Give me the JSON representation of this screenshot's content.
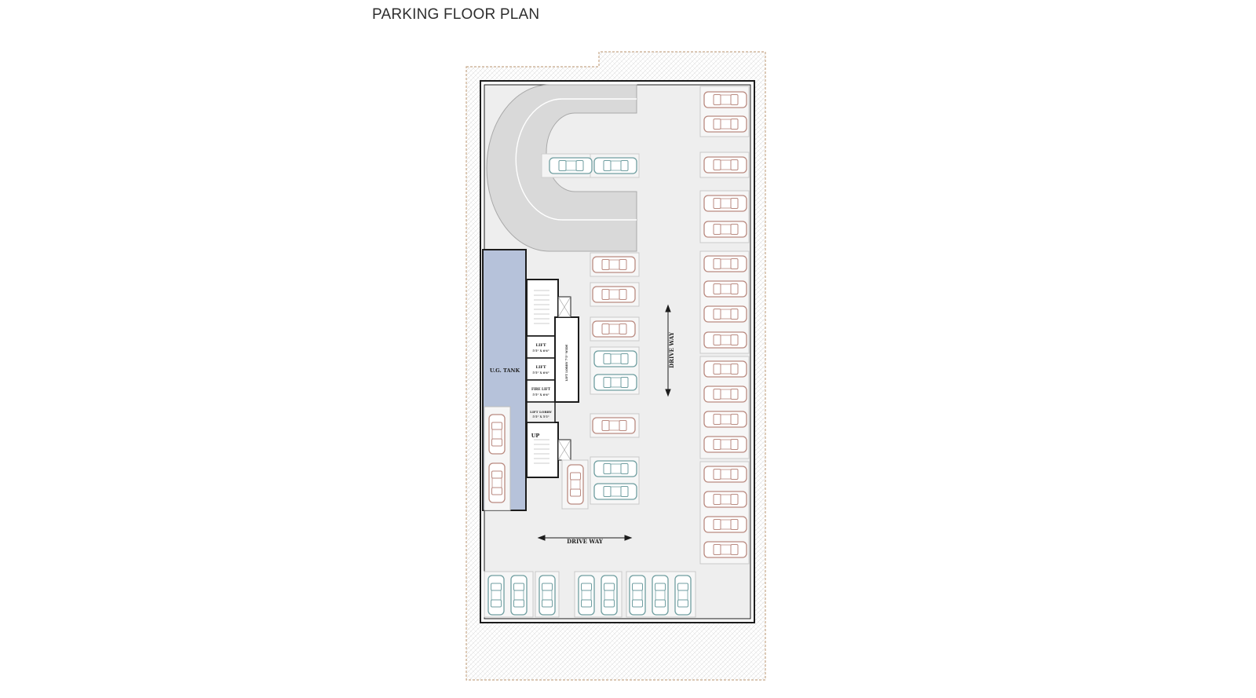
{
  "title": "PARKING FLOOR PLAN",
  "labels": {
    "ug_tank": "U.G. TANK",
    "drive_way_vertical": "DRIVE WAY",
    "drive_way_horizontal": "DRIVE WAY",
    "lift_1": "LIFT",
    "lift_1_size": "5'5\" X 6'6\"",
    "lift_2": "LIFT",
    "lift_2_size": "5'5\" X 6'6\"",
    "fire_lift": "FIRE LIFT",
    "fire_lift_size": "5'5\" X 6'6\"",
    "lift_lobby_side": "LIFT LOBBY 7'5\" WIDE",
    "lift_lobby": "LIFT LOBBY",
    "lift_lobby_size": "5'5\" X 5'5\"",
    "up": "UP"
  },
  "colors": {
    "boundary": "#c8a98a",
    "car_red": "#b98a80",
    "car_teal": "#6f9ea0",
    "tank_fill": "#b6c2da",
    "floor": "#eeeeee",
    "ramp": "#d9d9d9",
    "wall": "#1c1c1c"
  }
}
